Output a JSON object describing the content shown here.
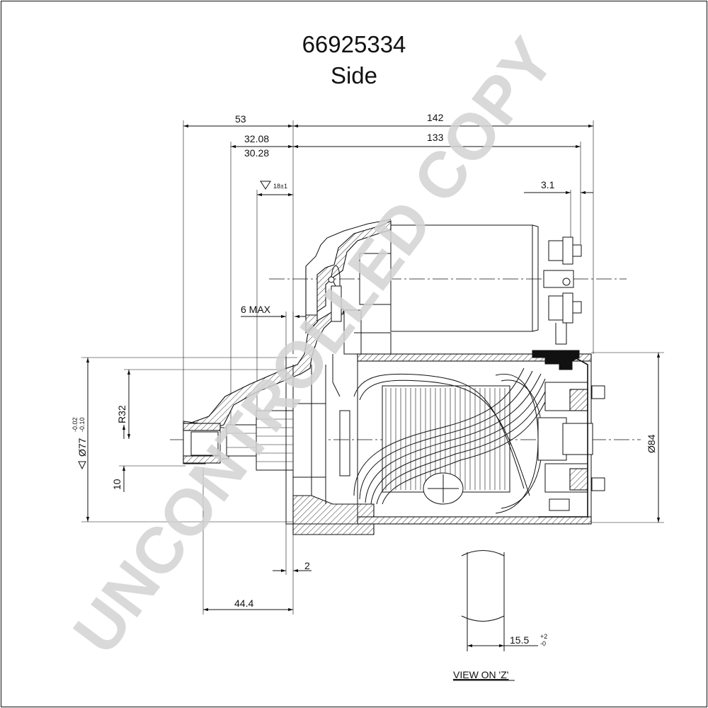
{
  "drawing": {
    "part_number": "66925334",
    "view_name": "Side",
    "watermark": "UNCONTROLLED COPY",
    "view_label": "VIEW ON 'Z'"
  },
  "dimensions": {
    "d53": "53",
    "d142": "142",
    "d133": "133",
    "d3208": "32.08",
    "d3028": "30.28",
    "d18": "18±1",
    "d31": "3.1",
    "d6max": "6 MAX",
    "r32": "R32",
    "d77": "Ø77",
    "d77_tol_upper": "-0.02",
    "d77_tol_lower": "-0.10",
    "d10": "10",
    "d84": "Ø84",
    "d2": "2",
    "d444": "44.4",
    "d155": "15.5",
    "d155_tol_upper": "+2",
    "d155_tol_lower": "-0"
  },
  "colors": {
    "line": "#111111",
    "watermark": "#d3d3d3"
  }
}
